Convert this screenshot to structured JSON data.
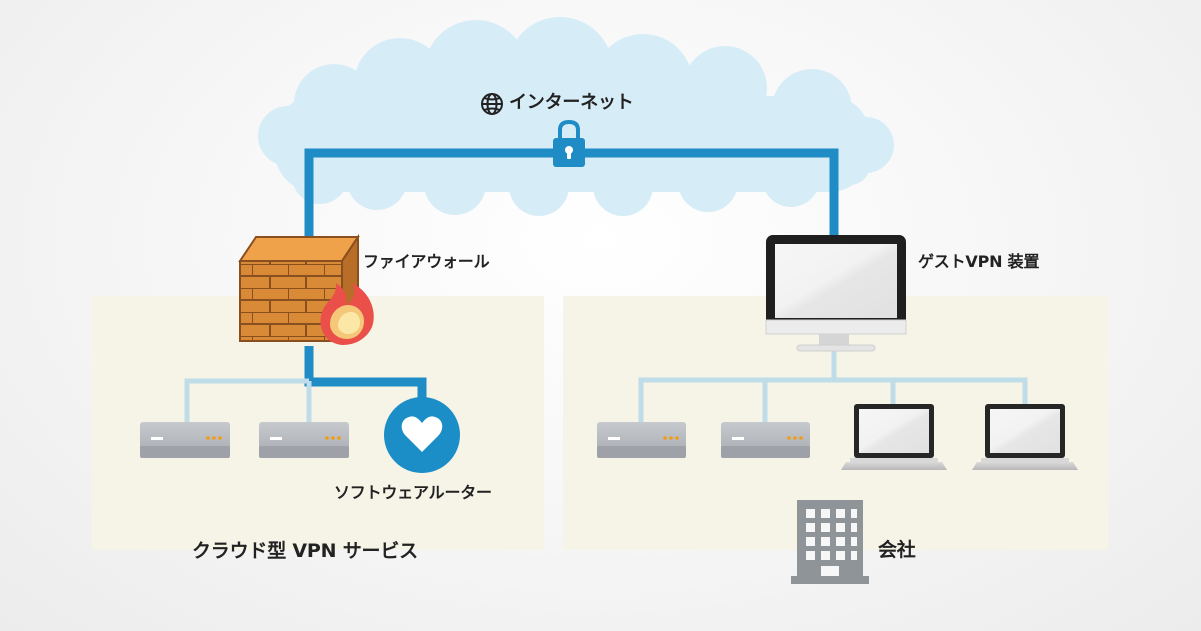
{
  "labels": {
    "internet": "インターネット",
    "firewall": "ファイアウォール",
    "guest_vpn_device": "ゲストVPN 装置",
    "software_router": "ソフトウェアルーター",
    "cloud_vpn_service": "クラウド型 VPN サービス",
    "company": "会社"
  },
  "icons": {
    "globe": "globe-icon",
    "lock": "lock-icon",
    "firewall": "firewall-icon",
    "monitor": "monitor-icon",
    "router": "router-icon",
    "building": "building-icon"
  },
  "colors": {
    "cloud": "#d6edf7",
    "connection": "#1f8cc6",
    "panel": "#f6f4e7",
    "lan": "#bfdde9",
    "server": "#b9bdc2",
    "router": "#1b8ec7",
    "firewall": "#d88b36"
  }
}
